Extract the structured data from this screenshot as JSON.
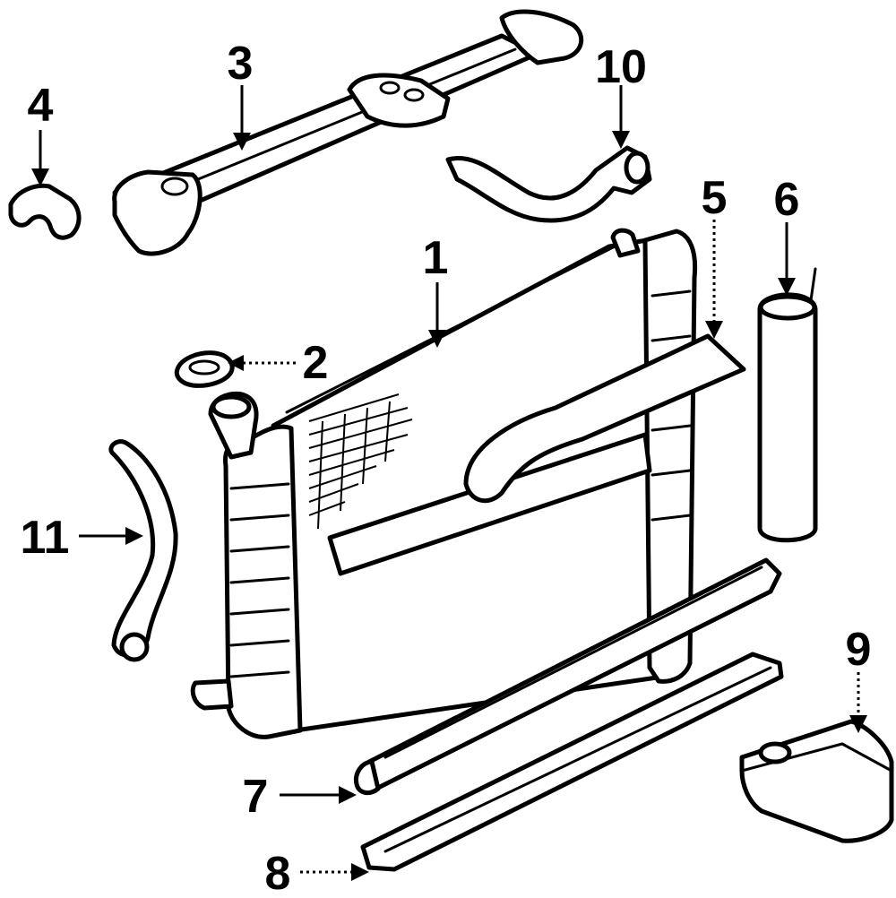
{
  "diagram": {
    "line_color": "#000000",
    "background": "#ffffff",
    "callouts": [
      {
        "id": "c1",
        "number": "1"
      },
      {
        "id": "c2",
        "number": "2"
      },
      {
        "id": "c3",
        "number": "3"
      },
      {
        "id": "c4",
        "number": "4"
      },
      {
        "id": "c5",
        "number": "5"
      },
      {
        "id": "c6",
        "number": "6"
      },
      {
        "id": "c7",
        "number": "7"
      },
      {
        "id": "c8",
        "number": "8"
      },
      {
        "id": "c9",
        "number": "9"
      },
      {
        "id": "c10",
        "number": "10"
      },
      {
        "id": "c11",
        "number": "11"
      }
    ]
  }
}
